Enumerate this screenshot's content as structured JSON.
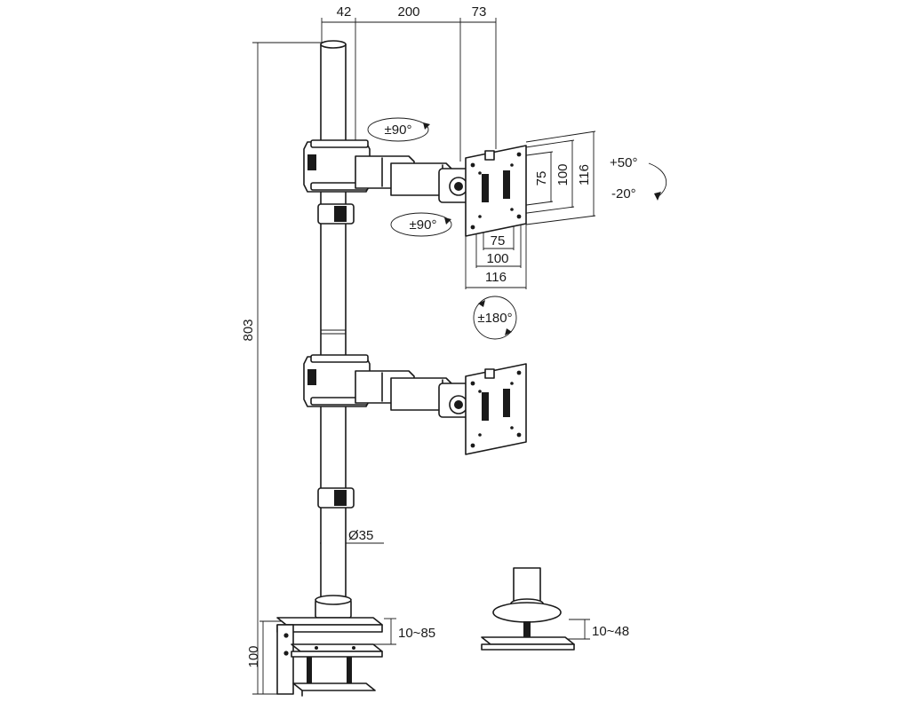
{
  "dimensions": {
    "top_offset_left": "42",
    "arm_length": "200",
    "top_offset_right": "73",
    "total_height": "803",
    "clamp_height": "100",
    "pole_diameter": "Ø35",
    "clamp_range": "10~85",
    "grommet_range": "10~48",
    "vesa_h_small": "75",
    "vesa_h_large": "100",
    "plate_h": "116",
    "vesa_v_small": "75",
    "vesa_v_large": "100",
    "plate_v": "116"
  },
  "angles": {
    "arm_swivel_upper": "±90°",
    "arm_swivel_lower": "±90°",
    "tilt_up": "+50°",
    "tilt_down": "-20°",
    "rotation": "±180°"
  }
}
